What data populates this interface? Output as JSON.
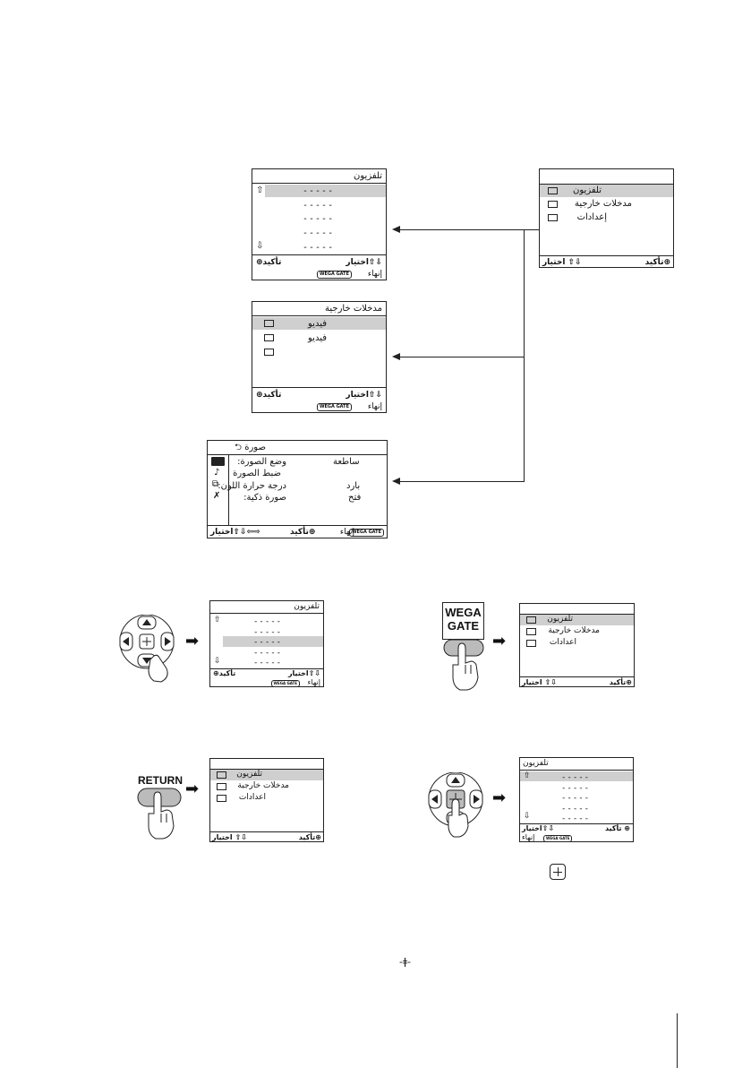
{
  "menus": {
    "tv_channels": {
      "title": "تلفزيون",
      "rows": [
        "-----",
        "-----",
        "-----",
        "-----",
        "-----"
      ],
      "footer_confirm": "تأكيد",
      "footer_select": "اختيار",
      "footer_exit": "إنهاء",
      "wega_gate": "WEGA GATE"
    },
    "external_inputs": {
      "title": "مدخلات خارجية",
      "rows": [
        "فيديو",
        "فيديو"
      ],
      "footer_confirm": "تأكيد",
      "footer_select": "اختيار",
      "footer_exit": "إنهاء",
      "wega_gate": "WEGA GATE"
    },
    "picture": {
      "title": "صورة",
      "rows": [
        {
          "label": "وضع الصورة",
          "value": "ساطعة"
        },
        {
          "label": "ضبط الصورة",
          "value": ""
        },
        {
          "label": "درجة حرارة اللون",
          "value": "بارد"
        },
        {
          "label": "صورة ذكية",
          "value": "فتح"
        }
      ],
      "footer_select": "اختيار",
      "footer_confirm": "تأكيد",
      "footer_exit": "إنهاء",
      "wega_gate": "WEGA GATE"
    },
    "main_top": {
      "items": [
        "تلفزيون",
        "مدخلات خارجية",
        "إعدادات"
      ],
      "footer_select": "اختيار",
      "footer_confirm": "تأكيد"
    },
    "step_channels": {
      "title": "تلفزيون",
      "rows": [
        "-----",
        "-----",
        "-----",
        "-----",
        "-----"
      ],
      "footer_confirm": "تأكيد",
      "footer_select": "اختيار",
      "footer_exit": "إنهاء",
      "wega_gate": "WEGA GATE"
    },
    "step_main": {
      "items": [
        "تلفزيون",
        "مدخلات خارجية",
        "اعدادات"
      ],
      "footer_select": "اختيار",
      "footer_confirm": "تأكيد"
    },
    "return_main": {
      "items": [
        "تلفزيون",
        "مدخلات خارجية",
        "اعدادات"
      ],
      "footer_select": "اختيار",
      "footer_confirm": "تأكيد"
    },
    "enter_channels": {
      "title": "تلفزيون",
      "rows": [
        "-----",
        "-----",
        "-----",
        "-----",
        "-----"
      ],
      "footer_confirm": "تأكيد",
      "footer_select": "اختيار",
      "footer_exit": "إنهاء",
      "wega_gate": "WEGA GATE"
    }
  },
  "buttons": {
    "wega_line1": "WEGA",
    "wega_line2": "GATE",
    "return_label": "RETURN"
  },
  "icons": {
    "up": "▲",
    "down": "▼",
    "left": "◀",
    "right": "▶",
    "arrow_right": "➡",
    "enter": "⊕"
  }
}
